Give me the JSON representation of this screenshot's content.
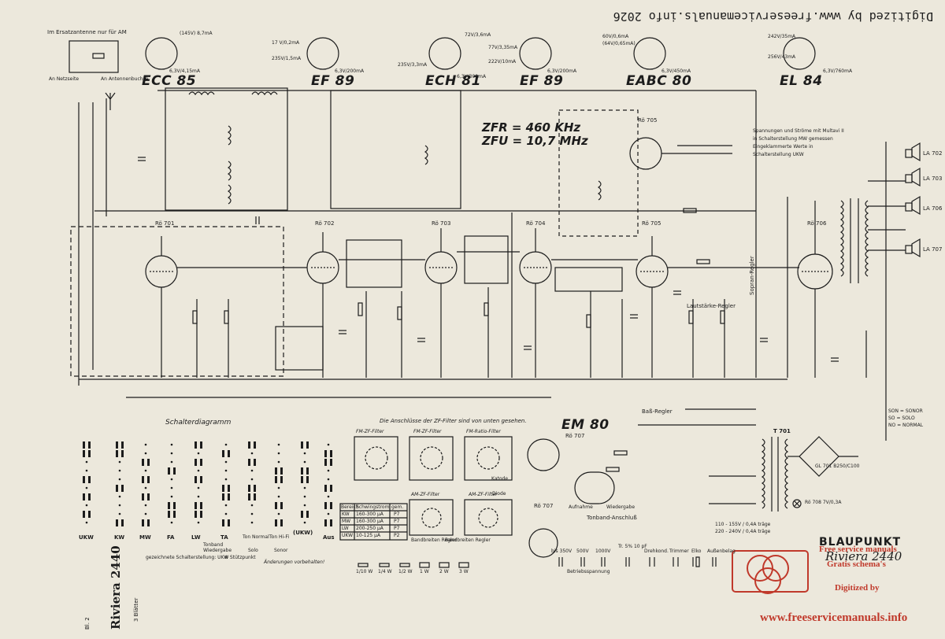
{
  "header": {
    "digitized_note": "Digitized by www.freeservicemanuals.info 2026"
  },
  "antenna_note": "Im Ersatzantenne nur für AM",
  "antenna_labels": [
    "An Netzseite",
    "An Antennenbuchse"
  ],
  "tubes": [
    {
      "name": "ECC 85",
      "note1": "(145V) 8,7mA"
    },
    {
      "name": "EF 89",
      "note1": "17 V/0,2mA",
      "note2": "235V/1,5mA"
    },
    {
      "name": "ECH 81",
      "note1": "72V/3,6mA",
      "note2": "235V/3,3mA"
    },
    {
      "name": "EF 89",
      "note1": "77V/3,35mA",
      "note2": "222V/10mA"
    },
    {
      "name": "EABC 80",
      "note1": "60V/0,6mA",
      "note2": "(64V/0,65mA)"
    },
    {
      "name": "EL 84",
      "note1": "242V/35mA",
      "note2": "256V/43mA"
    }
  ],
  "filament_labels": [
    "6,3V/4,15mA",
    "6,3V/200mA",
    "6,3V/300mA",
    "6,3V/200mA",
    "6,3V/450mA",
    "6,3V/760mA"
  ],
  "if_freq": {
    "fm": "ZFR = 460 KHz",
    "am": "ZFU = 10,7 MHz"
  },
  "stage_labels": [
    "Rö 701",
    "Rö 702",
    "Rö 703",
    "Rö 704",
    "Rö 705",
    "Rö 705",
    "Rö 706",
    "Rö 707"
  ],
  "measure_note": [
    "Spannungen und Ströme mit Multavi II",
    "in Schalterstellung MW gemessen",
    "Eingeklammerte Werte in",
    "Schalterstellung UKW"
  ],
  "speakers": [
    "LA 702",
    "LA 703",
    "LA 706",
    "LA 707"
  ],
  "controls": {
    "sopran": "Sopran-Regler",
    "lautstaerke": "Lautstärke-Regler",
    "bass": "Baß-Regler",
    "tonband": "Tonband-Anschluß",
    "aufnahme": "Aufnahme",
    "wiedergabe": "Wiedergabe"
  },
  "em80": {
    "name": "EM 80",
    "ref": "Rö 707"
  },
  "switch_diagram": {
    "title": "Schalterdiagramm",
    "columns": [
      "UKW",
      "KW",
      "MW",
      "FA",
      "LW",
      "TA",
      "Ton Normal",
      "Ton Hi-Fi",
      "(UKW)",
      "Aus"
    ],
    "sub_labels": [
      "Tonband",
      "Wiedergabe",
      "Solo",
      "Sonor"
    ],
    "note": "gezeichnete Schalterstellung: UKW",
    "note2": "⊗ Stützpunkt",
    "note3": "Änderungen vorbehalten!"
  },
  "zf_filter_note": "Die Anschlüsse der ZF-Filter sind von unten gesehen.",
  "zf_filters": [
    "FM-ZF-Filter",
    "FM-ZF-Filter",
    "FM-Ratio-Filter",
    "AM-ZF-Filter",
    "AM-ZF-Filter"
  ],
  "zf_filter_sub": [
    "Bandbreiten Regler",
    "Bandbreiten Regler",
    "Diode",
    "Katode"
  ],
  "osc_table": {
    "headers": [
      "Bereich",
      "Schwingstrom",
      "gem."
    ],
    "rows": [
      [
        "KW",
        "160-300 µA",
        "P7"
      ],
      [
        "MW",
        "160-300 µA",
        "P7"
      ],
      [
        "LW",
        "200-250 µA",
        "P7"
      ],
      [
        "UKW",
        "10-125 µA",
        "P2"
      ]
    ]
  },
  "resistor_legend": [
    "1/10 W",
    "1/4 W",
    "1/2 W",
    "1 W",
    "2 W",
    "3 W"
  ],
  "capacitor_legend": [
    "bis 350V",
    "500V",
    "1000V",
    "Tr. 5% 10 pF",
    "Drehkond.",
    "Trimmer",
    "Elko",
    "Außenbelag"
  ],
  "betrieb_note": "Betriebsspannung",
  "mains_note": [
    "110 - 155V / 0,4A träge",
    "220 - 240V / 0,4A träge"
  ],
  "transformer": {
    "name": "T 701",
    "rectifier": "GL 701 B250/C100",
    "lamp": "Rö 708 7V/0,3A"
  },
  "switch_legend": [
    "SON = SONOR",
    "SO = SOLO",
    "NO = NORMAL"
  ],
  "brand": {
    "maker": "BLAUPUNKT",
    "model": "Riviera 2440"
  },
  "stamp": {
    "line1": "Free service manuals",
    "line2": "Gratis schema's",
    "line3": "Digitized by",
    "url": "www.freeservicemanuals.info"
  },
  "margin_left": {
    "title": "Riviera 2440",
    "sheets": "3 Blätter",
    "page": "Bl. 2"
  },
  "colors": {
    "paper": "#ece8dc",
    "ink": "#1c1c1c",
    "stamp": "#c0392b"
  }
}
